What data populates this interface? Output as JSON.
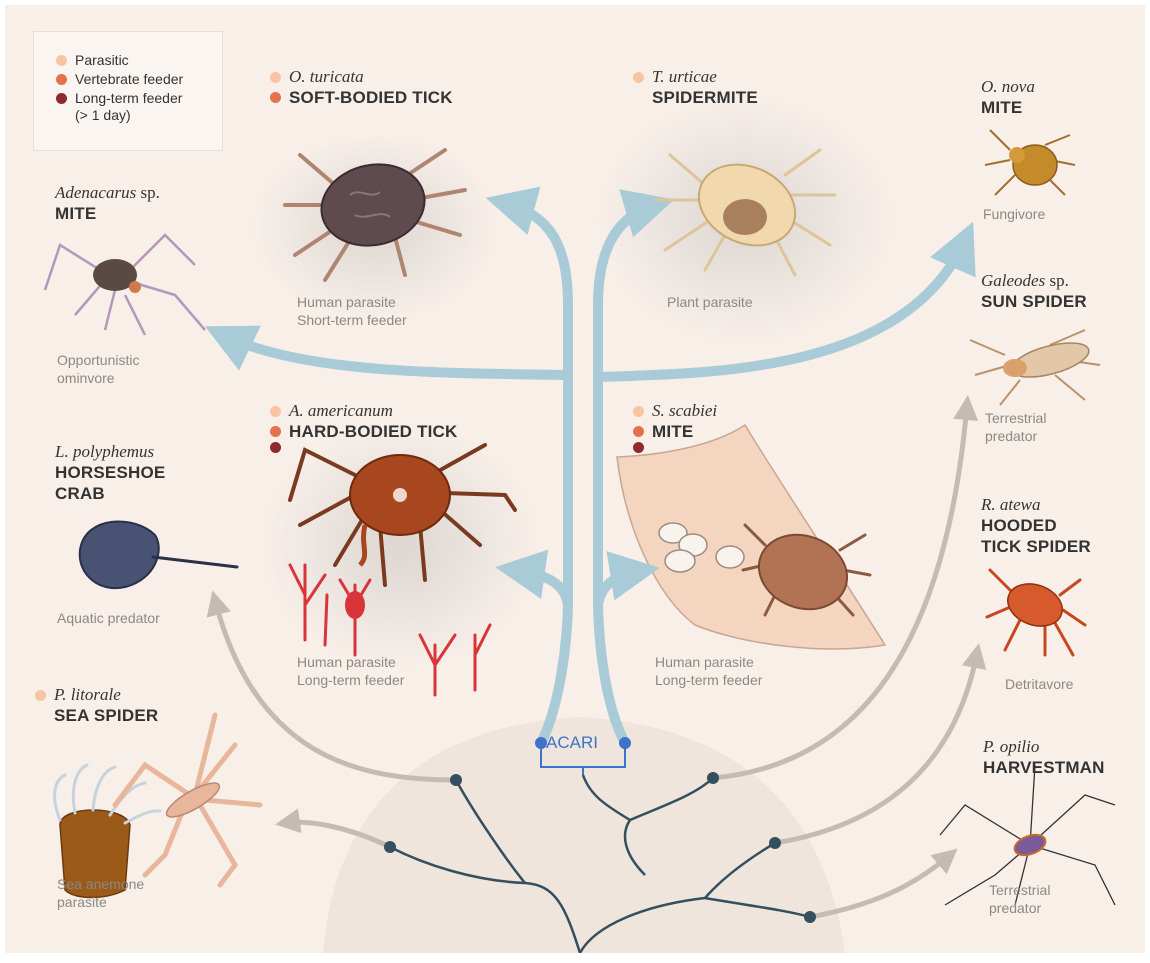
{
  "colors": {
    "parasitic": "#f9c4a3",
    "vertebrate_feeder": "#e4704c",
    "long_term_feeder": "#8e2b2e",
    "acari_branch": "#a9cbd8",
    "other_branch": "#c4bcb4",
    "tree_line": "#34505f",
    "background": "#f8efe9"
  },
  "legend": {
    "items": [
      {
        "label": "Parasitic",
        "color": "#f9c4a3"
      },
      {
        "label": "Vertebrate feeder",
        "color": "#e4704c"
      },
      {
        "label": "Long-term feeder",
        "note": "(> 1 day)",
        "color": "#8e2b2e"
      }
    ]
  },
  "acari_label": "ACARI",
  "species": {
    "soft_tick": {
      "species": "O. turicata",
      "common": "SOFT-BODIED TICK",
      "desc1": "Human parasite",
      "desc2": "Short-term feeder"
    },
    "spidermite": {
      "species": "T. urticae",
      "common": "SPIDERMITE",
      "desc1": "Plant parasite"
    },
    "o_nova": {
      "species": "O. nova",
      "common": "MITE",
      "desc1": "Fungivore"
    },
    "adenacarus": {
      "species": "Adenacarus",
      "species_suffix": " sp.",
      "common": "MITE",
      "desc1": "Opportunistic",
      "desc2": "ominvore"
    },
    "galeodes": {
      "species": "Galeodes",
      "species_suffix": " sp.",
      "common": "SUN SPIDER",
      "desc1": "Terrestrial",
      "desc2": "predator"
    },
    "hard_tick": {
      "species": "A. americanum",
      "common": "HARD-BODIED TICK",
      "desc1": "Human parasite",
      "desc2": "Long-term feeder"
    },
    "scabies": {
      "species": "S. scabiei",
      "common": "MITE",
      "desc1": "Human parasite",
      "desc2": "Long-term feeder"
    },
    "horseshoe": {
      "species": "L. polyphemus",
      "common1": "HORSESHOE",
      "common2": "CRAB",
      "desc1": "Aquatic predator"
    },
    "tick_spider": {
      "species": "R. atewa",
      "common1": "HOODED",
      "common2": "TICK SPIDER",
      "desc1": "Detritavore"
    },
    "sea_spider": {
      "species": "P. litorale",
      "common": "SEA SPIDER",
      "desc1": "Sea anemone",
      "desc2": "parasite"
    },
    "harvestman": {
      "species": "P. opilio",
      "common": "HARVESTMAN",
      "desc1": "Terrestrial",
      "desc2": "predator"
    }
  }
}
